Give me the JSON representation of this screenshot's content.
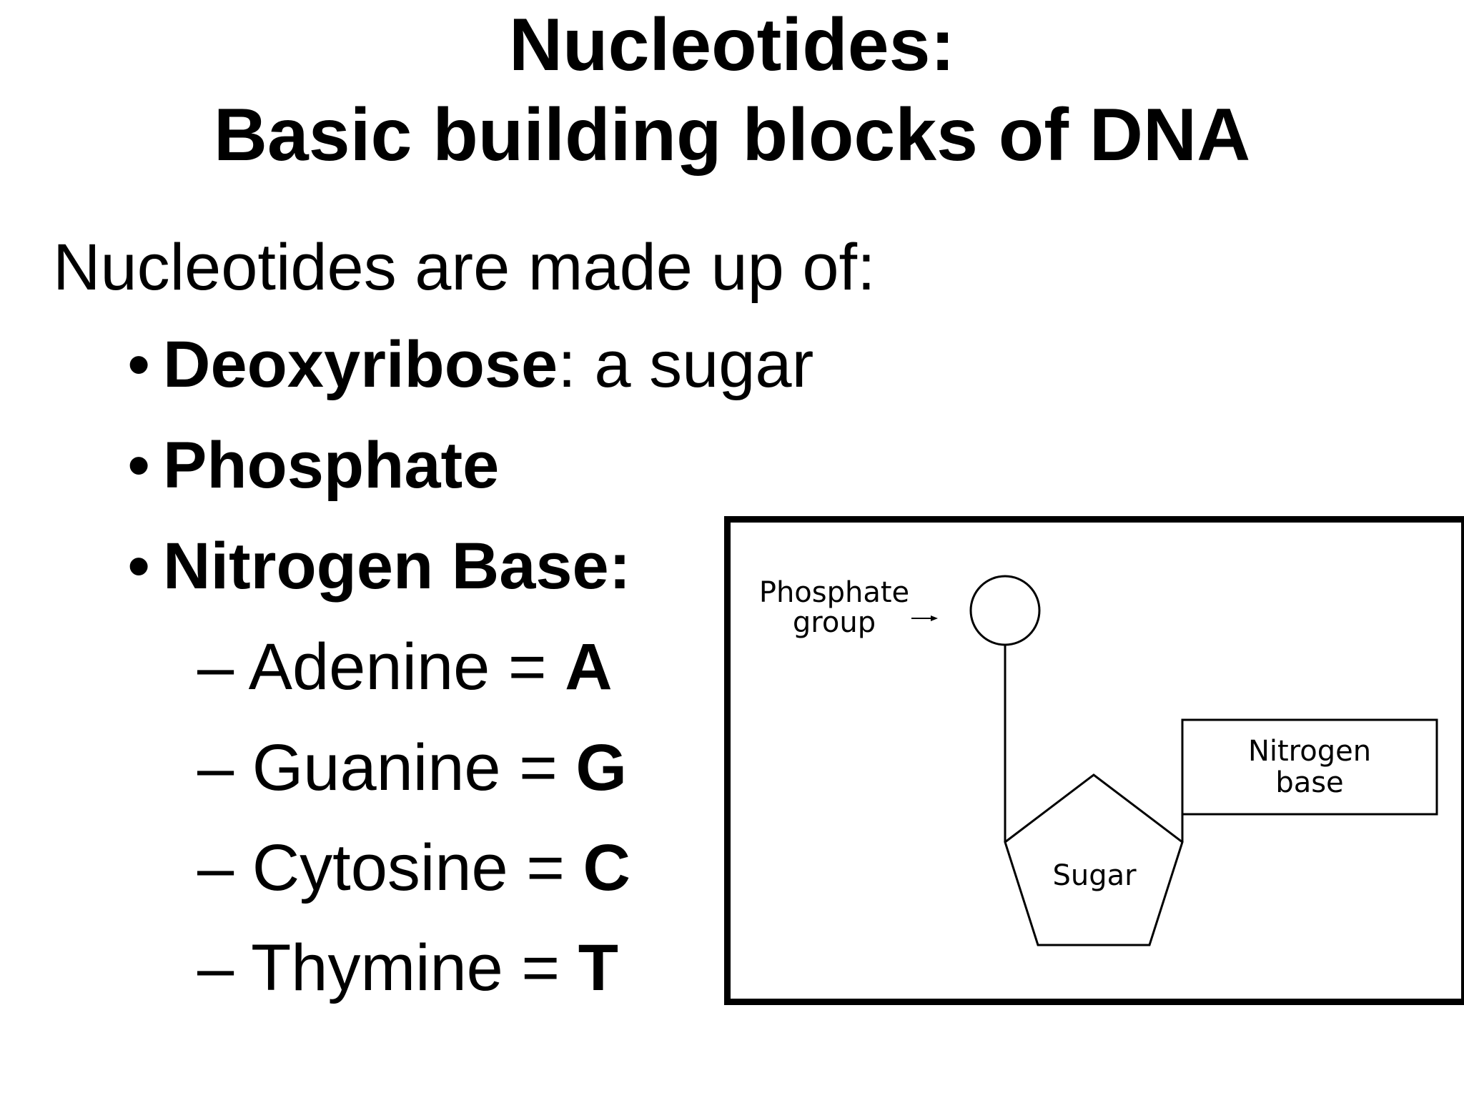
{
  "title": {
    "line1": "Nucleotides:",
    "line2": "Basic building blocks of DNA"
  },
  "intro": "Nucleotides are made up of:",
  "bullets": [
    {
      "bold": "Deoxyribose",
      "rest": ": a sugar"
    },
    {
      "bold": "Phosphate",
      "rest": ""
    },
    {
      "bold": "Nitrogen Base:",
      "rest": ""
    }
  ],
  "bases": [
    {
      "dash": "–",
      "name": "Adenine =",
      "symbol": "A"
    },
    {
      "dash": "–",
      "name": "Guanine =",
      "symbol": "G"
    },
    {
      "dash": "–",
      "name": "Cytosine =",
      "symbol": "C"
    },
    {
      "dash": "–",
      "name": "Thymine =",
      "symbol": "T"
    }
  ],
  "diagram": {
    "phosphate_label_1": "Phosphate",
    "phosphate_label_2": "group",
    "sugar_label": "Sugar",
    "base_label_1": "Nitrogen",
    "base_label_2": "base"
  }
}
